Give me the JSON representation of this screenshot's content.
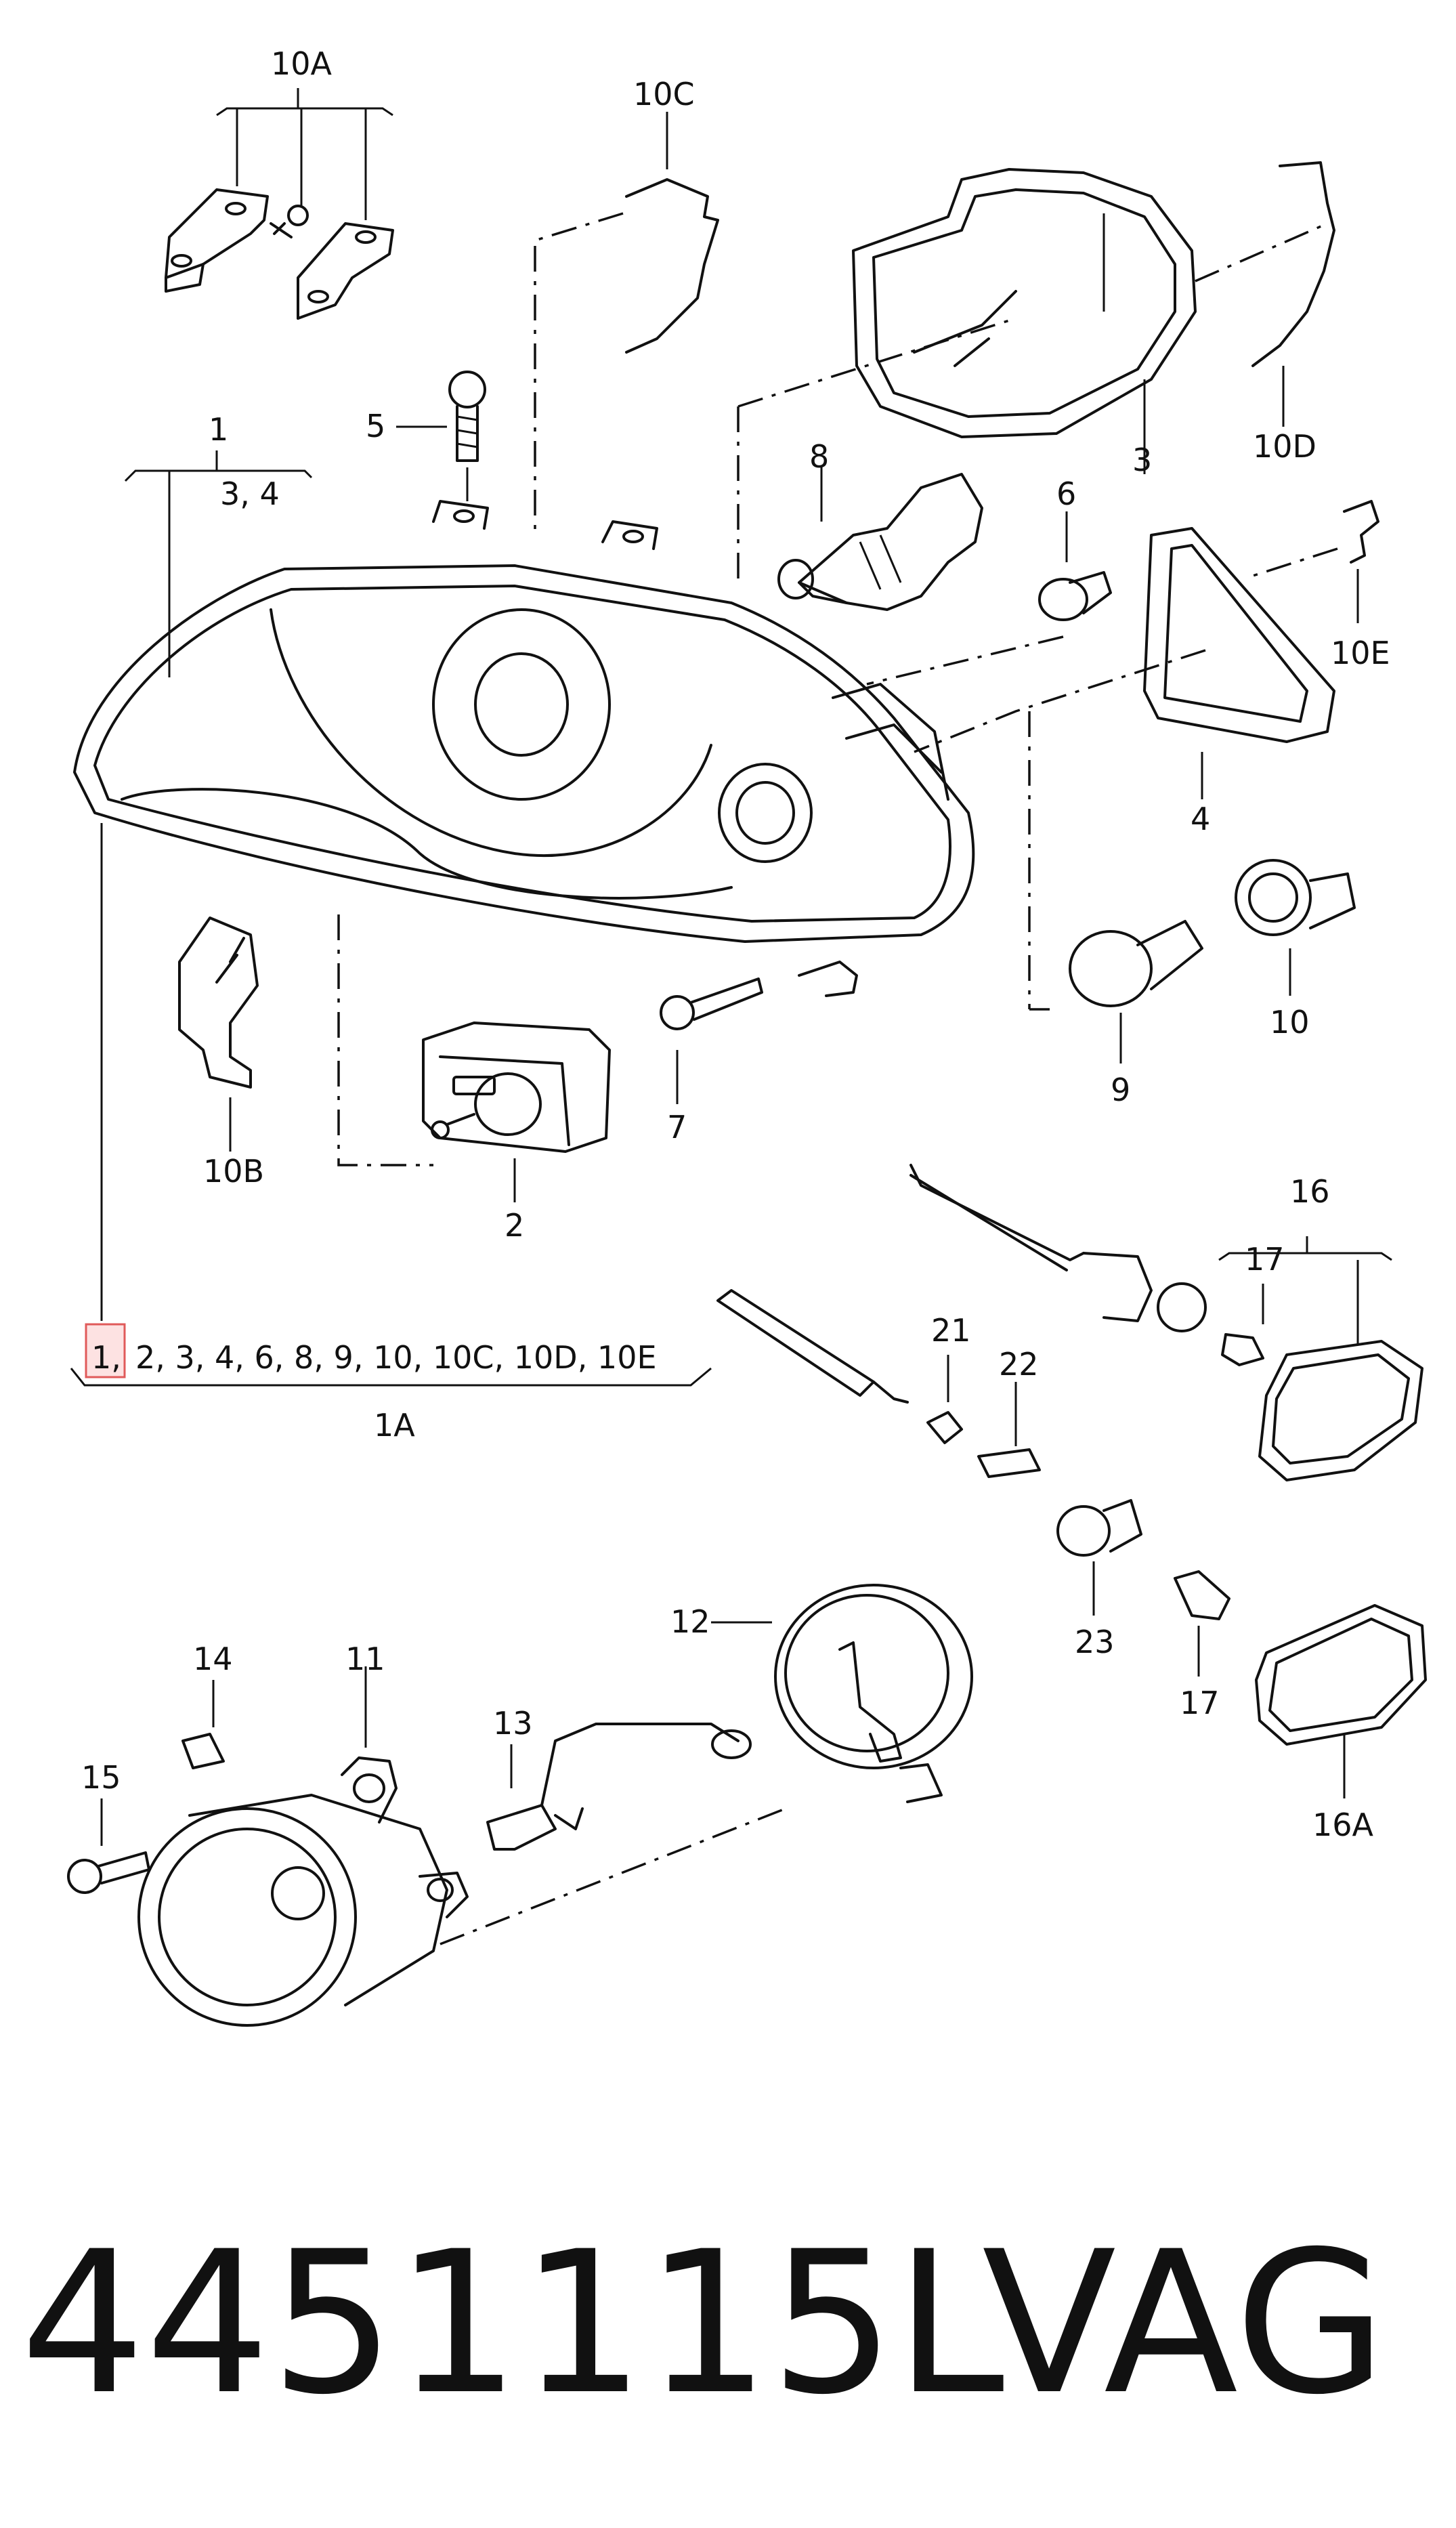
{
  "diagram": {
    "labels": {
      "l10A": "10A",
      "l10C": "10C",
      "l10D": "10D",
      "l10E": "10E",
      "l10B": "10B",
      "l1": "1",
      "l34": "3, 4",
      "l5": "5",
      "l8": "8",
      "l6": "6",
      "l3": "3",
      "l4": "4",
      "l7": "7",
      "l2": "2",
      "l9": "9",
      "l10": "10",
      "l16": "16",
      "l17a": "17",
      "l21": "21",
      "l22": "22",
      "l23": "23",
      "l17b": "17",
      "l16A": "16A",
      "l12": "12",
      "l13": "13",
      "l14": "14",
      "l11": "11",
      "l15": "15",
      "l1A": "1A"
    },
    "kit_list_first": "1,",
    "kit_list_rest": "2, 3, 4, 6, 8, 9, 10, 10C, 10D, 10E"
  },
  "footer": {
    "part_number": "4451115L",
    "brand": "VAG"
  }
}
